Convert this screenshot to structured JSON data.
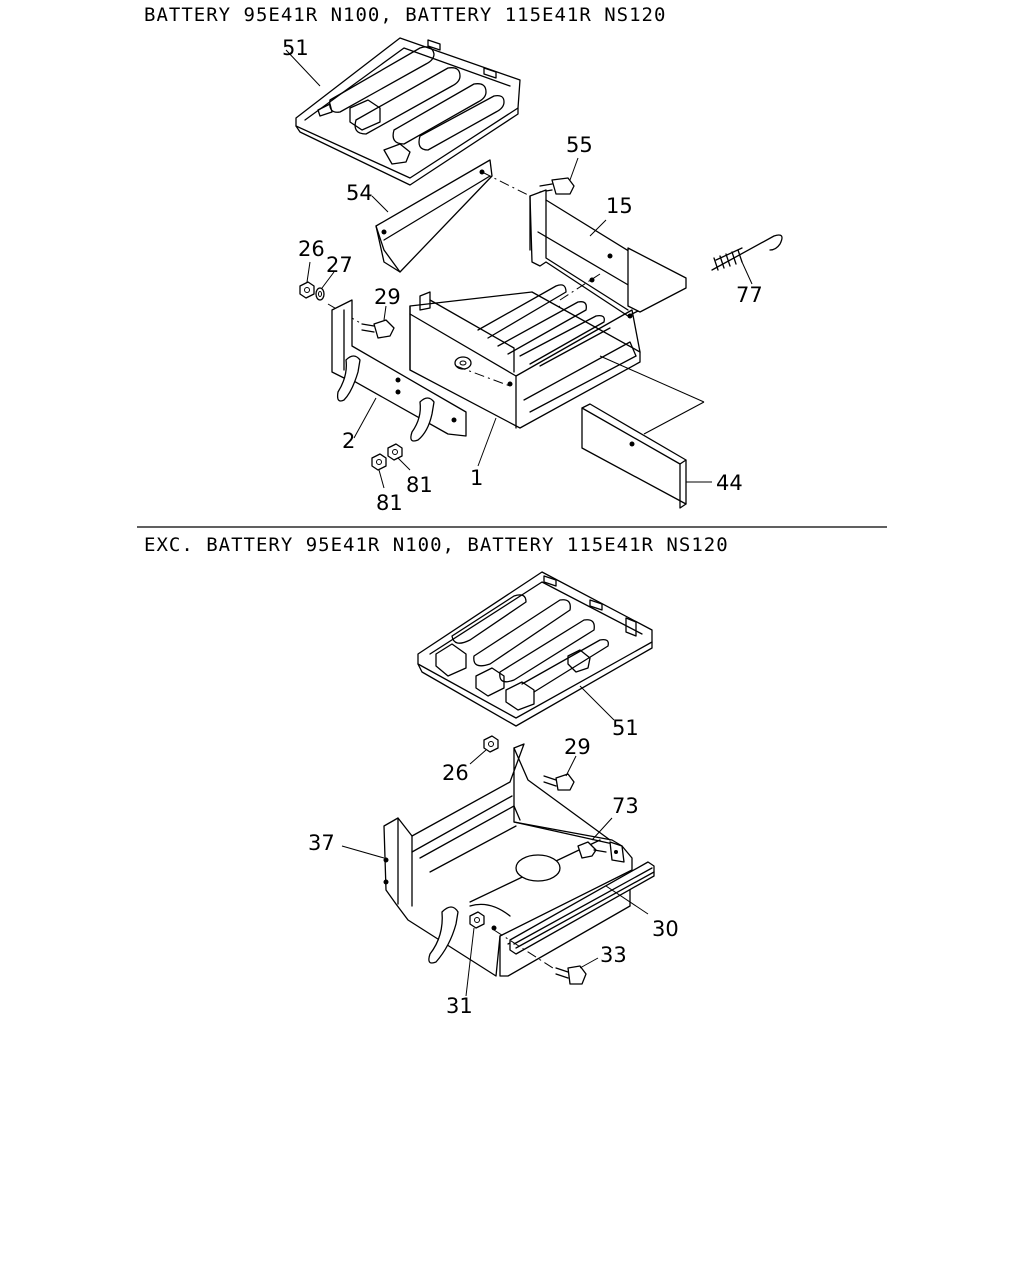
{
  "sections": [
    {
      "heading": "BATTERY 95E41R N100, BATTERY 115E41R NS120",
      "callouts": [
        "51",
        "55",
        "54",
        "15",
        "26",
        "27",
        "29",
        "77",
        "2",
        "1",
        "81",
        "81",
        "44"
      ]
    },
    {
      "heading": "EXC. BATTERY 95E41R N100, BATTERY 115E41R NS120",
      "callouts": [
        "51",
        "26",
        "29",
        "73",
        "37",
        "30",
        "33",
        "31"
      ]
    }
  ]
}
